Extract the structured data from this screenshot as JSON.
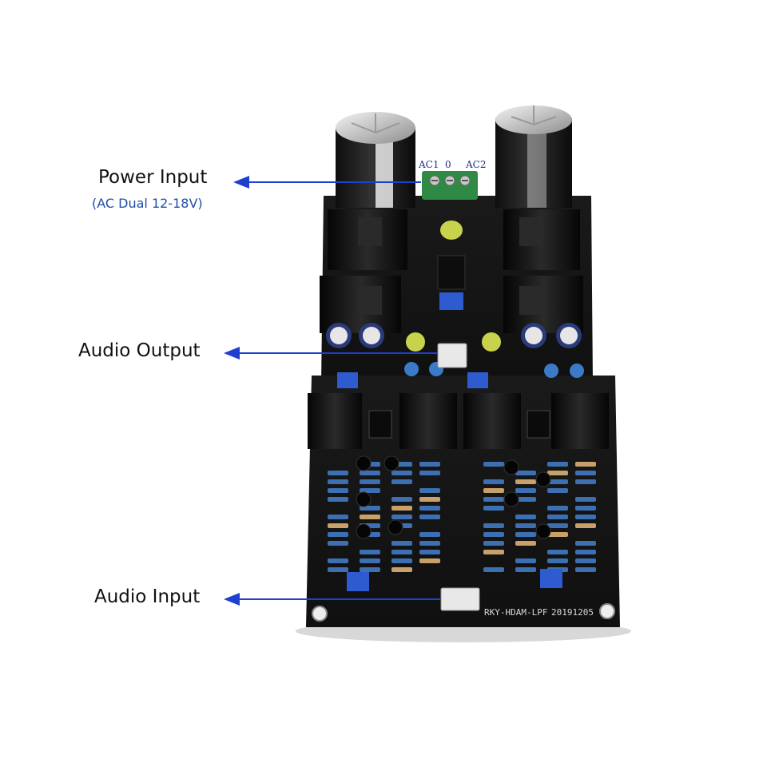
{
  "labels": {
    "power_input": "Power Input",
    "power_input_sub": "(AC Dual 12-18V)",
    "audio_output": "Audio Output",
    "audio_input": "Audio Input"
  },
  "board": {
    "terminal_ac1": "AC1",
    "terminal_zero": "0",
    "terminal_ac2": "AC2",
    "model_text": "RKY-HDAM-LPF",
    "date_text": "20191205"
  },
  "colors": {
    "arrow": "#1f3fcf",
    "sub_label": "#1f4ea8",
    "pcb": "#141414",
    "heatsink": "#0c0c0c",
    "capacitor": "#1c1c1c",
    "terminal_green": "#2f8a45",
    "trimmer_blue": "#2e5bd0",
    "resistor_blue": "#3d6fb3"
  },
  "icons": {
    "arrow": "left-arrow-icon"
  }
}
